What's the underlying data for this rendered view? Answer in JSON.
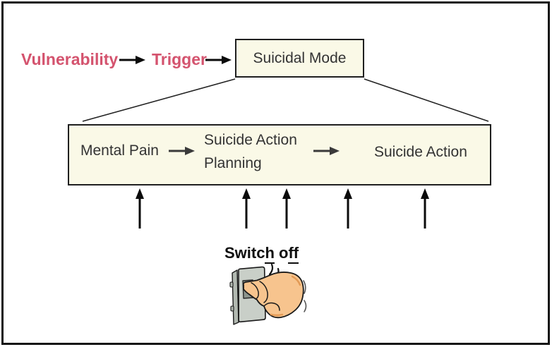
{
  "top_flow": {
    "vulnerability": "Vulnerability",
    "trigger": "Trigger",
    "suicidal_mode": "Suicidal Mode"
  },
  "process_box": {
    "mental_pain": "Mental Pain",
    "planning_line1": "Suicide Action",
    "planning_line2": "Planning",
    "suicide_action": "Suicide Action"
  },
  "switch_area": {
    "label_part1": "Switc",
    "label_part2_underlined": "h",
    "label_part3": " o",
    "label_part4_underlined": "ff",
    "illustration": "finger pressing light switch"
  },
  "colors": {
    "accent_pink": "#d4536e",
    "box_fill": "#faf9e7",
    "box_border": "#1f1f1f",
    "text_dark": "#333333",
    "arrow_black": "#0b0b0b",
    "line_dark": "#222222",
    "switch_plate": "#c9cfc8",
    "switch_plate_side": "#b2b9b1",
    "switch_button": "#8d958d",
    "hand_fill": "#f7c48e",
    "hand_shade": "#e39a55",
    "outline": "#1a1a1a"
  }
}
